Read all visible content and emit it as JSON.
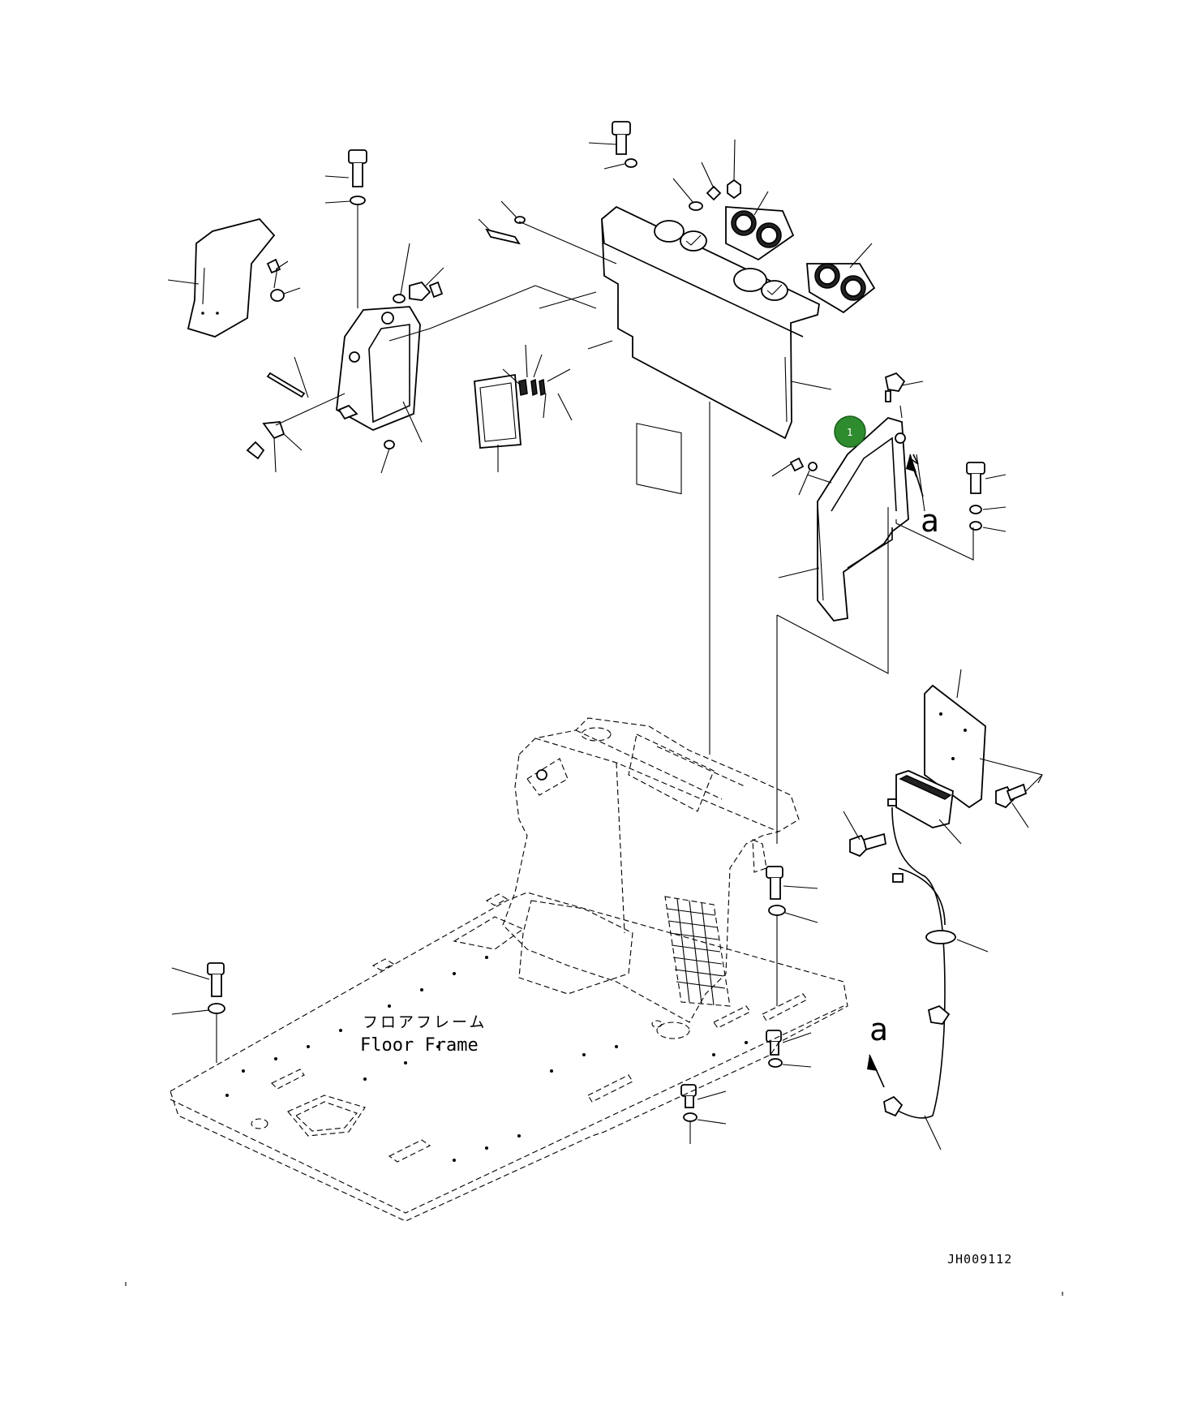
{
  "floor_label": {
    "jp": "フロアフレーム",
    "en": "Floor Frame"
  },
  "detail_marker": "a",
  "drawing_code": "JH009112",
  "callout": {
    "number": "1",
    "color": "#2e8b2e"
  }
}
